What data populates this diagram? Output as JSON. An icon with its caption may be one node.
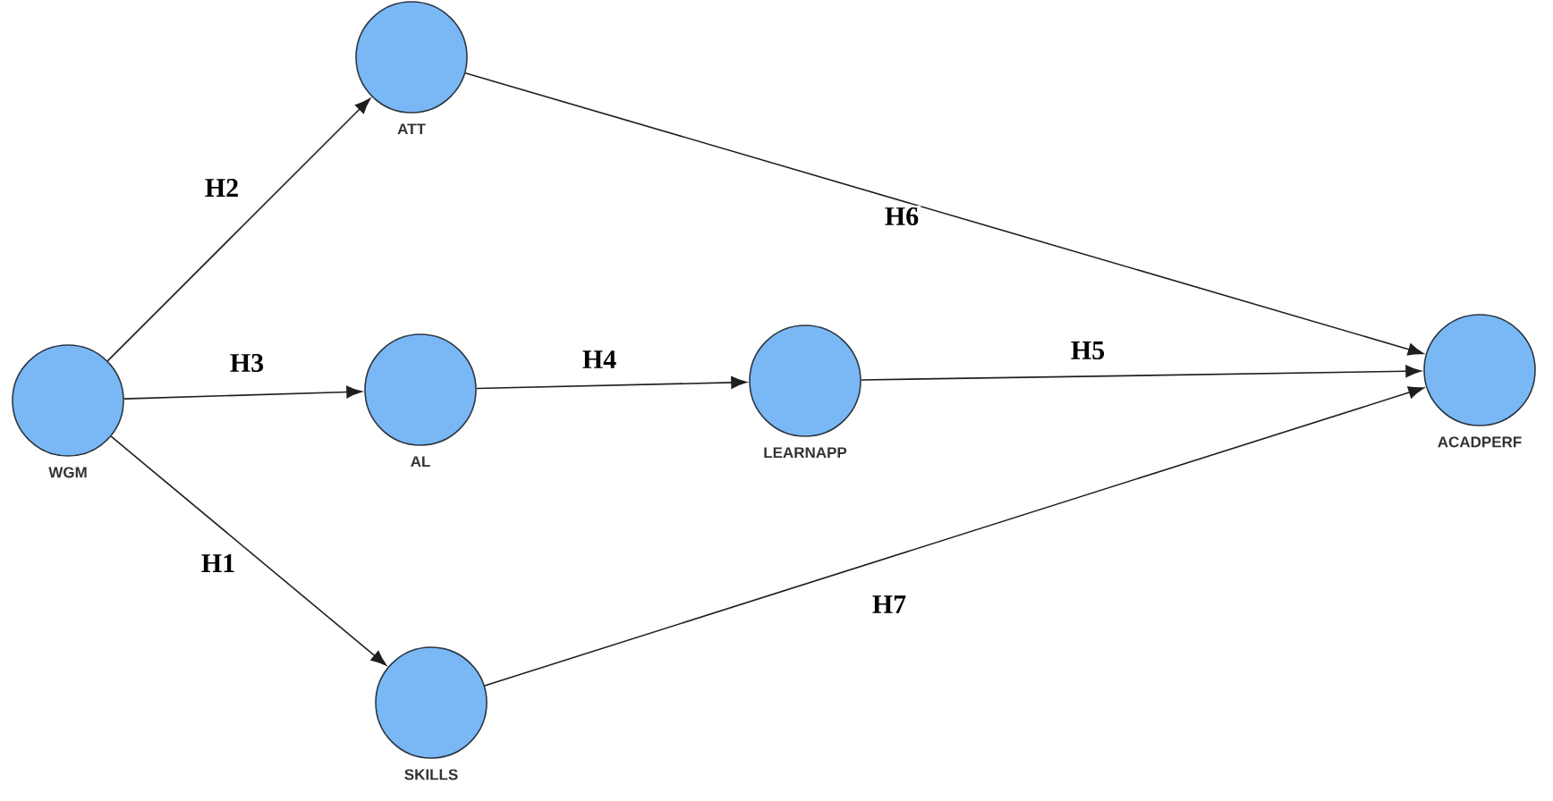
{
  "diagram": {
    "nodes": [
      {
        "text": [],
        "shape": "circle",
        "beside": [
          "WGM"
        ]
      },
      {
        "text": [],
        "shape": "circle",
        "beside": [
          "ATT"
        ]
      },
      {
        "text": [],
        "shape": "circle",
        "beside": [
          "AL"
        ]
      },
      {
        "text": [],
        "shape": "circle",
        "beside": [
          "LEARNAPP"
        ]
      },
      {
        "text": [],
        "shape": "circle",
        "beside": [
          "SKILLS"
        ]
      },
      {
        "text": [],
        "shape": "circle",
        "beside": [
          "ACADPERF"
        ]
      }
    ],
    "edges": [
      {
        "from": 0,
        "to": 4,
        "arrow": "to",
        "label": "H1"
      },
      {
        "from": 0,
        "to": 1,
        "arrow": "to",
        "label": "H2"
      },
      {
        "from": 0,
        "to": 2,
        "arrow": "to",
        "label": "H3"
      },
      {
        "from": 2,
        "to": 3,
        "arrow": "to",
        "label": "H4"
      },
      {
        "from": 3,
        "to": 5,
        "arrow": "to",
        "label": "H5"
      },
      {
        "from": 1,
        "to": 5,
        "arrow": "to",
        "label": "H6"
      },
      {
        "from": 4,
        "to": 5,
        "arrow": "to",
        "label": "H7"
      }
    ]
  }
}
